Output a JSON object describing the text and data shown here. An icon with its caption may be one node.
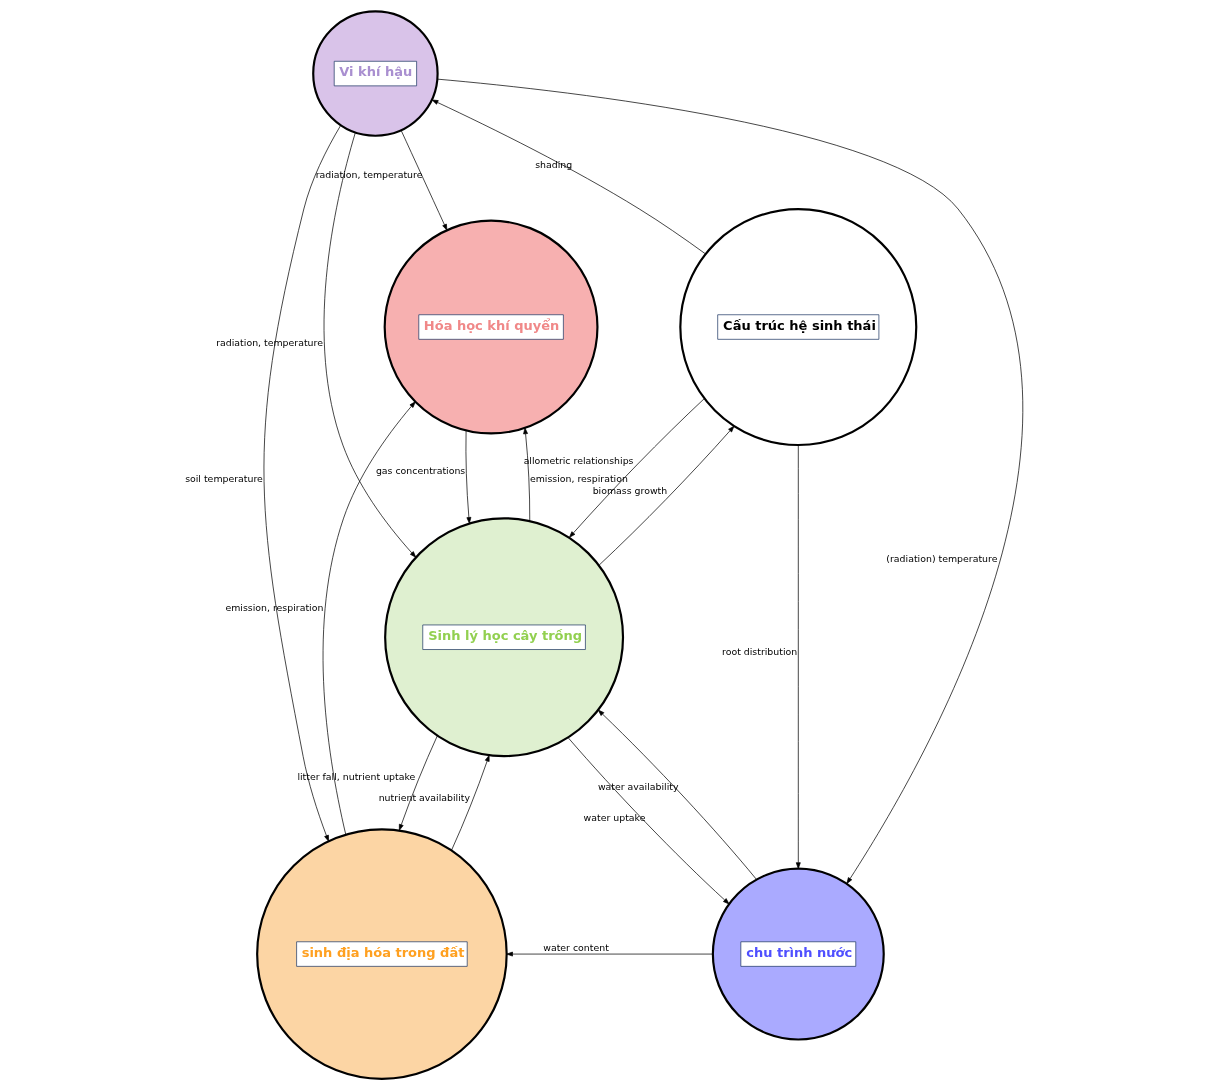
{
  "diagram": {
    "nodes": [
      {
        "text": [
          "Vi khí hậu"
        ]
      },
      {
        "text": [
          "Hóa học khí quyển"
        ]
      },
      {
        "text": [
          "Cấu trúc hệ sinh thái"
        ]
      },
      {
        "text": [
          "Sinh lý học cây trồng"
        ]
      },
      {
        "text": [
          "sinh địa hóa trong đất"
        ]
      },
      {
        "text": [
          "chu trình nước"
        ]
      }
    ],
    "edges": [
      {
        "from": 0,
        "to": 1,
        "arrow": "to",
        "label": "radiation, temperature"
      },
      {
        "from": 2,
        "to": 0,
        "arrow": "to",
        "label": "shading"
      },
      {
        "from": 3,
        "to": 1,
        "arrow": "to",
        "label": "emission, respiration"
      },
      {
        "from": 1,
        "to": 3,
        "arrow": "to",
        "label": "gas concentrations"
      },
      {
        "from": 0,
        "to": 3,
        "arrow": "to",
        "label": "radiation, temperature"
      },
      {
        "from": 3,
        "to": 2,
        "arrow": "to",
        "label": "biomass growth"
      },
      {
        "from": 2,
        "to": 3,
        "arrow": "to",
        "label": "allometric relationships"
      },
      {
        "from": 0,
        "to": 4,
        "arrow": "to",
        "label": "soil temperature"
      },
      {
        "from": 0,
        "to": 5,
        "arrow": "to",
        "label": "(radiation) temperature"
      },
      {
        "from": 2,
        "to": 5,
        "arrow": "to",
        "label": "root distribution"
      },
      {
        "from": 4,
        "to": 1,
        "arrow": "to",
        "label": "emission, respiration"
      },
      {
        "from": 4,
        "to": 3,
        "arrow": "to",
        "label": "nutrient availability"
      },
      {
        "from": 3,
        "to": 4,
        "arrow": "to",
        "label": "litter fall, nutrient uptake"
      },
      {
        "from": 5,
        "to": 3,
        "arrow": "to",
        "label": "water availability"
      },
      {
        "from": 3,
        "to": 5,
        "arrow": "to",
        "label": "water uptake"
      },
      {
        "from": 5,
        "to": 4,
        "arrow": "to",
        "label": "water content"
      }
    ]
  }
}
